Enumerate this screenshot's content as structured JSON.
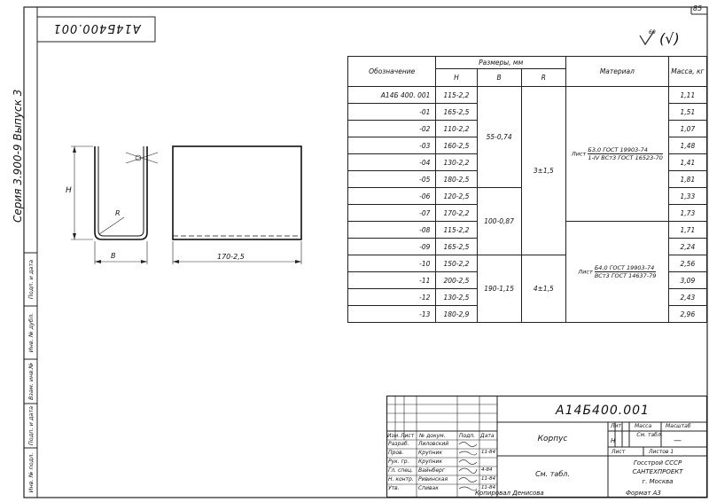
{
  "page_number": "85",
  "top_code_mirrored": "А14Б400.001",
  "surface_mark": "(√)",
  "surface_mark_value": "60",
  "series_text": "Серия 3.900-9  Выпуск 3",
  "left_margin_cells": [
    "Инв. № подл.",
    "Подп. и дата",
    "Взам. инв.№",
    "Инв. № дубл.",
    "Подп. и дата"
  ],
  "drawing": {
    "dim_h": "H",
    "dim_r": "R",
    "dim_b": "B",
    "dim_length": "170-2,5"
  },
  "table": {
    "headers": {
      "designation": "Обозначение",
      "sizes": "Размеры, мм",
      "h": "H",
      "b": "B",
      "r": "R",
      "material": "Материал",
      "mass": "Масса, кг"
    },
    "rows": [
      {
        "code": "А14Б 400. 001",
        "h": "115-2,2",
        "mass": "1,11"
      },
      {
        "code": "-01",
        "h": "165-2,5",
        "mass": "1,51"
      },
      {
        "code": "-02",
        "h": "110-2,2",
        "mass": "1,07"
      },
      {
        "code": "-03",
        "h": "160-2,5",
        "mass": "1,48"
      },
      {
        "code": "-04",
        "h": "130-2,2",
        "mass": "1,41"
      },
      {
        "code": "-05",
        "h": "180-2,5",
        "mass": "1,81"
      },
      {
        "code": "-06",
        "h": "120-2,5",
        "mass": "1,33"
      },
      {
        "code": "-07",
        "h": "170-2,2",
        "mass": "1,73"
      },
      {
        "code": "-08",
        "h": "115-2,2",
        "mass": "1,71"
      },
      {
        "code": "-09",
        "h": "165-2,5",
        "mass": "2,24"
      },
      {
        "code": "-10",
        "h": "150-2,2",
        "mass": "2,56"
      },
      {
        "code": "-11",
        "h": "200-2,5",
        "mass": "3,09"
      },
      {
        "code": "-12",
        "h": "130-2,5",
        "mass": "2,43"
      },
      {
        "code": "-13",
        "h": "180-2,9",
        "mass": "2,96"
      }
    ],
    "b_groups": [
      "55-0,74",
      "100-0,87",
      "190-1,15"
    ],
    "r_groups": [
      "3±1,5",
      "4±1,5"
    ],
    "material_groups": [
      {
        "prefix": "Лист",
        "line1": "Б3,0 ГОСТ 19903-74",
        "line2": "1-IV ВСт3 ГОСТ 16523-70"
      },
      {
        "prefix": "Лист",
        "line1": "Б4,0 ГОСТ 19903-74",
        "line2": "ВСт3 ГОСТ 14637-79"
      }
    ]
  },
  "title_block": {
    "code": "А14Б400.001",
    "name": "Корпус",
    "material": "См. табл.",
    "header_cells": [
      "Изм.",
      "Лист",
      "№ докум.",
      "Подп.",
      "Дата"
    ],
    "roles": [
      {
        "role": "Разраб.",
        "name": "Лиловский"
      },
      {
        "role": "Пров.",
        "name": "Крупник"
      },
      {
        "role": "Рук. гр.",
        "name": "Крупник"
      },
      {
        "role": "Гл. спец.",
        "name": "Вайнберг"
      },
      {
        "role": "Н. контр.",
        "name": "Ривинская"
      },
      {
        "role": "Утв.",
        "name": "Спивак"
      }
    ],
    "dates": [
      "11-84",
      "4-84",
      "11-84",
      "11-84"
    ],
    "lit_label": "Лит",
    "lit_value": "Н",
    "mass_label": "Масса",
    "mass_value": "См. табл.",
    "scale_label": "Масштаб",
    "scale_value": "—",
    "sheet_label": "Лист",
    "sheets_label": "Листов 1",
    "org_line1": "Госстрой СССР",
    "org_line2": "САНТЕХПРОЕКТ",
    "org_line3": "г. Москва"
  },
  "copied_by": "Копировал  Денисова",
  "format": "Формат А3"
}
